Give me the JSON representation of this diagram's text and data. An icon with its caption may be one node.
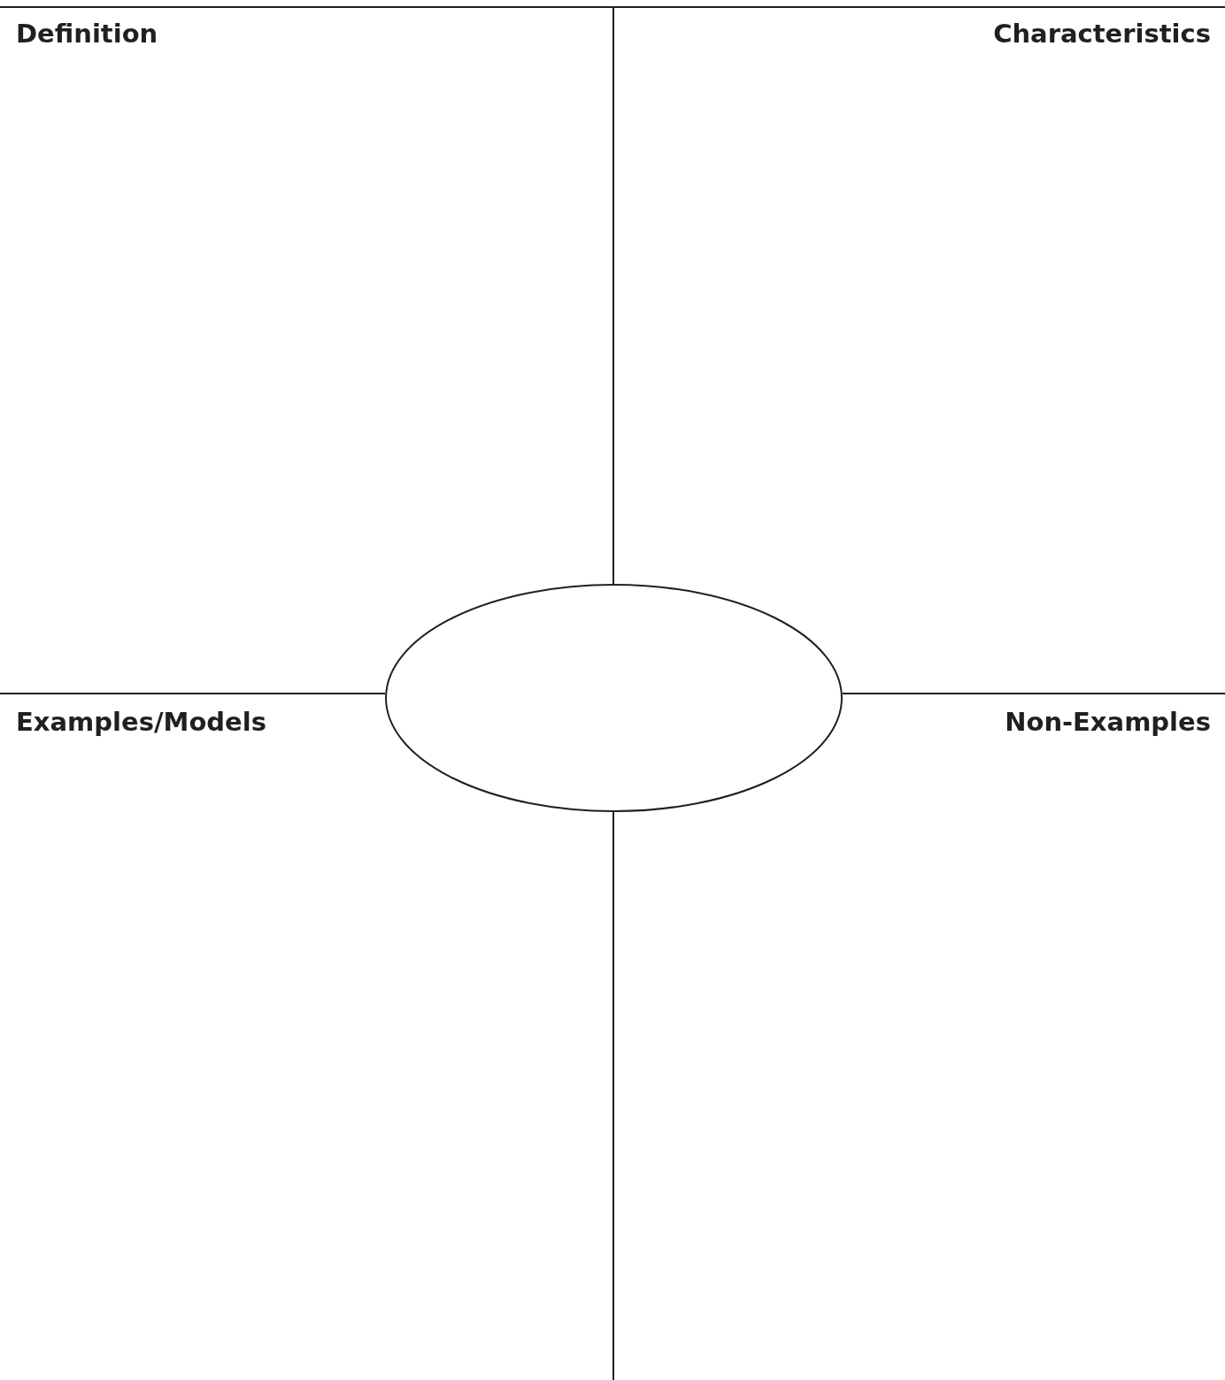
{
  "diagram": {
    "nodes": [
      {
        "text": [],
        "shape": "circle"
      }
    ],
    "labels": [
      "Definition",
      "Characteristics",
      "Examples/Models",
      "Non-Examples"
    ]
  }
}
